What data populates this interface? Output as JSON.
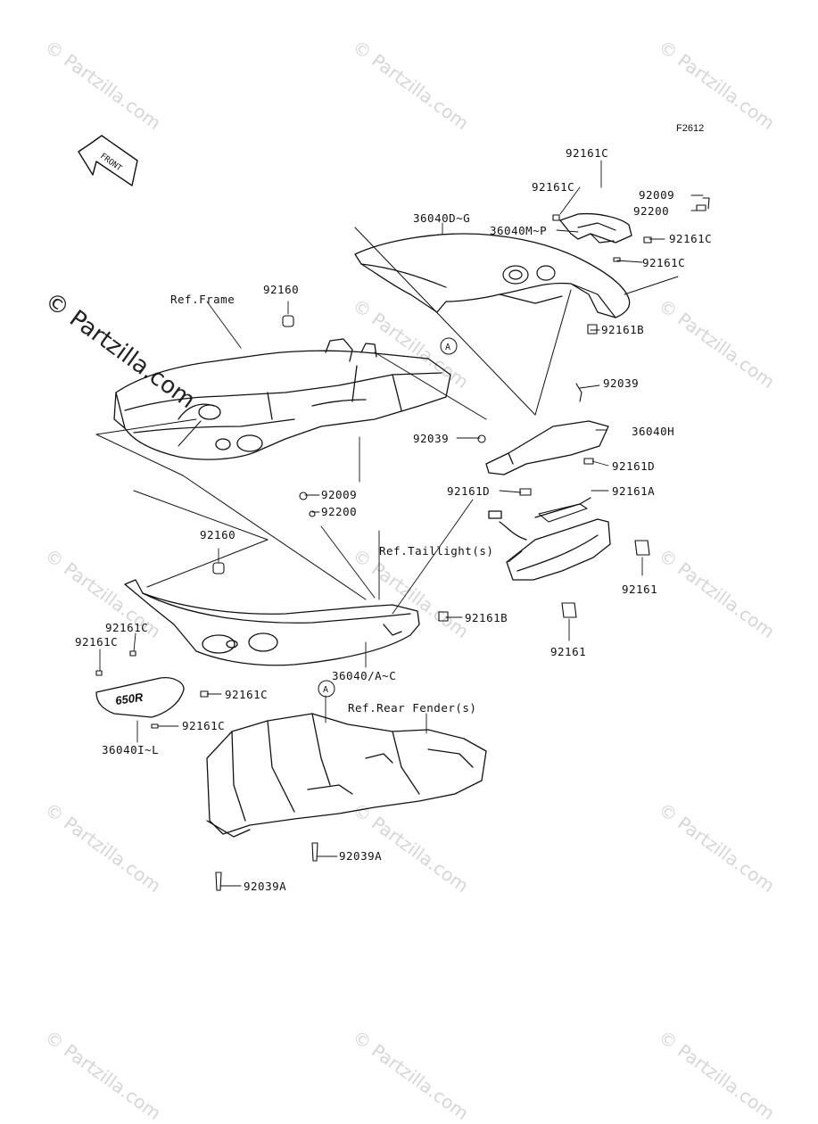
{
  "figure_code": "F2612",
  "front_label": "FRONT",
  "watermark": "© Partzilla.com",
  "watermark_big": "© Partzilla.com",
  "badge_letter": "A",
  "cover_logo": "650R",
  "parts": [
    {
      "id": "p1",
      "text": "92161C"
    },
    {
      "id": "p2",
      "text": "92161C"
    },
    {
      "id": "p3",
      "text": "92009"
    },
    {
      "id": "p4",
      "text": "92200"
    },
    {
      "id": "p5",
      "text": "36040D~G"
    },
    {
      "id": "p6",
      "text": "36040M~P"
    },
    {
      "id": "p7",
      "text": "92161C"
    },
    {
      "id": "p8",
      "text": "92161C"
    },
    {
      "id": "p9",
      "text": "Ref.Frame"
    },
    {
      "id": "p10",
      "text": "92160"
    },
    {
      "id": "p11",
      "text": "92161B"
    },
    {
      "id": "p12",
      "text": "92039"
    },
    {
      "id": "p13",
      "text": "92039"
    },
    {
      "id": "p14",
      "text": "36040H"
    },
    {
      "id": "p15",
      "text": "92161D"
    },
    {
      "id": "p16",
      "text": "92161D"
    },
    {
      "id": "p17",
      "text": "92161A"
    },
    {
      "id": "p18",
      "text": "92009"
    },
    {
      "id": "p19",
      "text": "92200"
    },
    {
      "id": "p20",
      "text": "92160"
    },
    {
      "id": "p21",
      "text": "Ref.Taillight(s)"
    },
    {
      "id": "p22",
      "text": "92161"
    },
    {
      "id": "p23",
      "text": "92161B"
    },
    {
      "id": "p24",
      "text": "92161"
    },
    {
      "id": "p25",
      "text": "92161C"
    },
    {
      "id": "p26",
      "text": "92161C"
    },
    {
      "id": "p27",
      "text": "36040/A~C"
    },
    {
      "id": "p28",
      "text": "92161C"
    },
    {
      "id": "p29",
      "text": "Ref.Rear Fender(s)"
    },
    {
      "id": "p30",
      "text": "92161C"
    },
    {
      "id": "p31",
      "text": "36040I~L"
    },
    {
      "id": "p32",
      "text": "92039A"
    },
    {
      "id": "p33",
      "text": "92039A"
    }
  ]
}
